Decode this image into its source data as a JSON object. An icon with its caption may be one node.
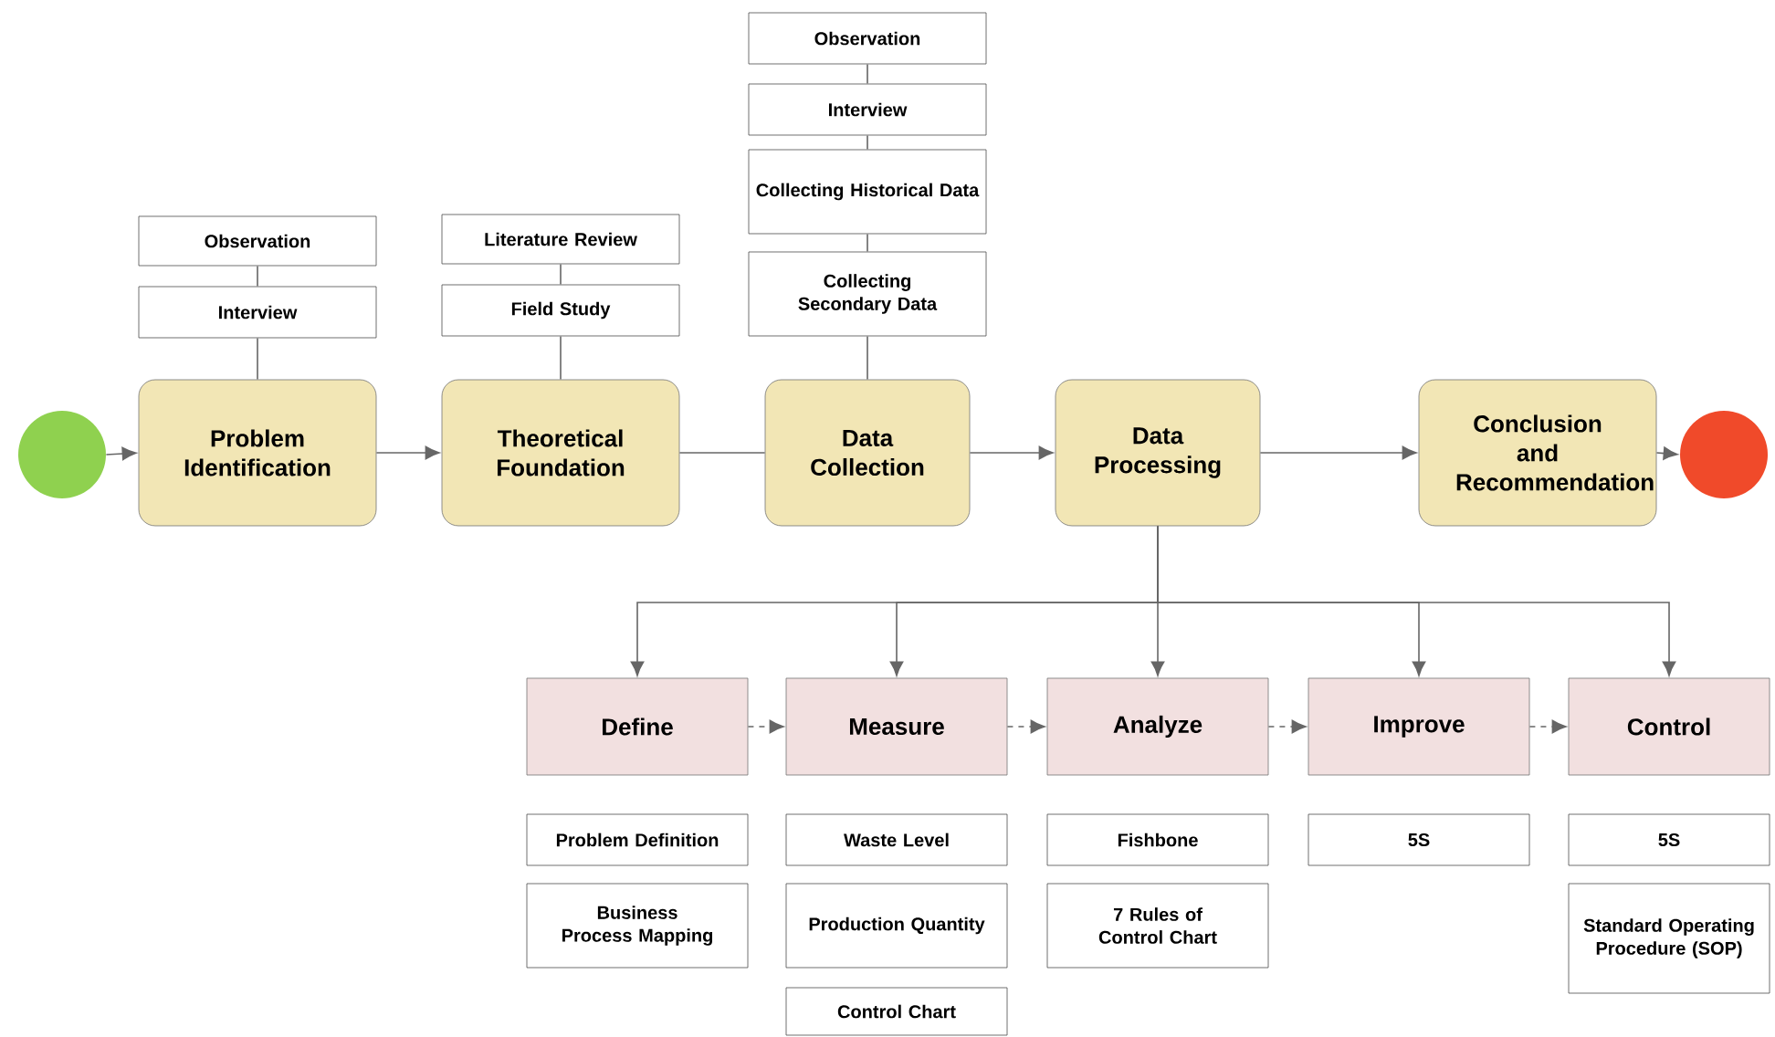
{
  "diagram": {
    "nodes": [
      {
        "text": [],
        "shape": "circle"
      },
      {
        "text": [
          "Problem Identification"
        ]
      },
      {
        "text": [
          "Theoretical Foundation"
        ]
      },
      {
        "text": [
          "Data Collection"
        ]
      },
      {
        "text": [
          "Data Processing"
        ]
      },
      {
        "text": [
          "Conclusion and Recommendation"
        ]
      },
      {
        "text": [],
        "shape": "circle"
      },
      {
        "text": [
          "Observation"
        ]
      },
      {
        "text": [
          "Interview"
        ]
      },
      {
        "text": [
          "Literature Review"
        ]
      },
      {
        "text": [
          "Field Study"
        ]
      },
      {
        "text": [
          "Observation"
        ]
      },
      {
        "text": [
          "Interview"
        ]
      },
      {
        "text": [
          "Collecting Historical Data"
        ]
      },
      {
        "text": [
          "Collecting Secondary Data"
        ]
      },
      {
        "text": [
          "Define"
        ]
      },
      {
        "text": [
          "Problem Definition"
        ]
      },
      {
        "text": [
          "Business Process Mapping"
        ]
      },
      {
        "text": [
          "Measure"
        ]
      },
      {
        "text": [
          "Waste Level"
        ]
      },
      {
        "text": [
          "Production Quantity"
        ]
      },
      {
        "text": [
          "Control Chart"
        ]
      },
      {
        "text": [
          "Analyze"
        ]
      },
      {
        "text": [
          "Fishbone"
        ]
      },
      {
        "text": [
          "7 Rules of Control Chart"
        ]
      },
      {
        "text": [
          "Improve"
        ]
      },
      {
        "text": [
          "5S"
        ]
      },
      {
        "text": [
          "Control"
        ]
      },
      {
        "text": [
          "5S"
        ]
      },
      {
        "text": [
          "Standard Operating Procedure (SOP)"
        ]
      }
    ],
    "edges": [
      {
        "from": 0,
        "to": 1,
        "arrow": "to"
      },
      {
        "from": 1,
        "to": 2,
        "arrow": "to"
      },
      {
        "from": 2,
        "to": 3,
        "arrow": "none"
      },
      {
        "from": 3,
        "to": 4,
        "arrow": "to"
      },
      {
        "from": 4,
        "to": 5,
        "arrow": "to"
      },
      {
        "from": 5,
        "to": 6,
        "arrow": "to"
      },
      {
        "from": 7,
        "to": 8,
        "arrow": "none"
      },
      {
        "from": 8,
        "to": 1,
        "arrow": "none"
      },
      {
        "from": 9,
        "to": 10,
        "arrow": "none"
      },
      {
        "from": 10,
        "to": 2,
        "arrow": "none"
      },
      {
        "from": 11,
        "to": 12,
        "arrow": "none"
      },
      {
        "from": 12,
        "to": 13,
        "arrow": "none"
      },
      {
        "from": 13,
        "to": 14,
        "arrow": "none"
      },
      {
        "from": 14,
        "to": 3,
        "arrow": "none"
      },
      {
        "from": 4,
        "to": 15,
        "arrow": "to"
      },
      {
        "from": 4,
        "to": 18,
        "arrow": "to"
      },
      {
        "from": 4,
        "to": 22,
        "arrow": "to"
      },
      {
        "from": 4,
        "to": 25,
        "arrow": "to"
      },
      {
        "from": 4,
        "to": 27,
        "arrow": "to"
      },
      {
        "from": 15,
        "to": 18,
        "arrow": "to",
        "style": "dashed"
      },
      {
        "from": 18,
        "to": 22,
        "arrow": "to",
        "style": "dashed"
      },
      {
        "from": 22,
        "to": 25,
        "arrow": "to",
        "style": "dashed"
      },
      {
        "from": 25,
        "to": 27,
        "arrow": "to",
        "style": "dashed"
      }
    ]
  }
}
